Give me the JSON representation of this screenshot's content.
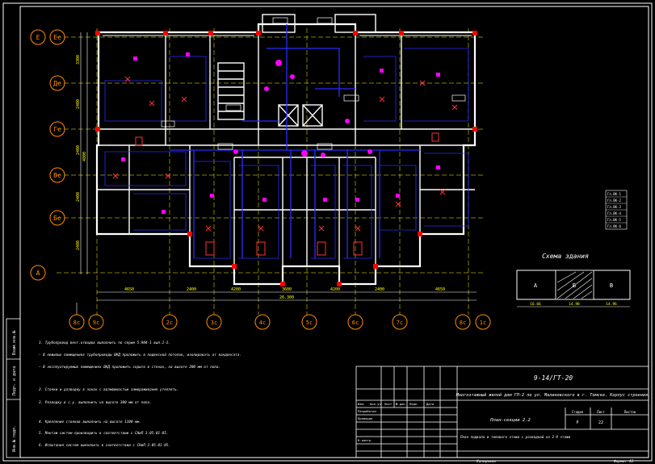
{
  "drawing": {
    "axes_top": [
      "Е",
      "Ес"
    ],
    "axes_left": [
      "Дс",
      "Гс",
      "Вс",
      "Бс",
      "А"
    ],
    "axes_bottom": [
      "8с",
      "9с",
      "2с",
      "3с",
      "4с",
      "5с",
      "6с",
      "7с",
      "8с",
      "1с"
    ],
    "dims_left": [
      "3300",
      "2400",
      "2400",
      "2400",
      "2400",
      "4800"
    ],
    "dims_bottom_row1": [
      "4650",
      "2400",
      "4200",
      "3600",
      "4200",
      "2400",
      "4650"
    ],
    "dims_bottom_total": "26.300",
    "schema_title": "Схема здания",
    "schema_labels": [
      "А",
      "Б",
      "В"
    ],
    "schema_dims": [
      "16.66",
      "14.98",
      "14.96"
    ],
    "legend_items": [
      "Гл.ВК-1",
      "Гл.ВК-2",
      "Гл.ВК-3",
      "Гл.ВК-4",
      "Гл.ВК-5",
      "Гл.ВК-6"
    ]
  },
  "notes": [
    "1. Трубопровод вент.отводов выполнить по серии 5.904-1 вып.1-2.",
    "– В нежилых помещениях трубопроводы ВКД проложить в подвесной потолок, изолировать от конденсата.",
    "– В эксплуатируемых помещениях ВКД проложить скрыто в стенах, на высоте 200 мм от пола.",
    "2. Стояки и разводку в зонах с возможностью замораживания утеплять.",
    "3. Разводку в с.у. выполнить на высоте 300 мм от пола.",
    "4. Крепление стояков выполнить на высоте 1100 мм.",
    "5. Монтаж систем производить в соответствии с СНиП 3.05.01-85.",
    "6. Испытания систем выполнить в соответствии с СНиП 3.05.01-85."
  ],
  "title_block": {
    "code": "9-14/ГТ-20",
    "title": "Многоэтажный жилой дом ГП-2 по ул. Малиновского в г. Томске. Корпус строения.",
    "stage_header": "Стадия",
    "sheet_header": "Лист",
    "sheets_header": "Листов",
    "stage": "Р",
    "sheet": "22",
    "subtitle": "План-секции 2.2",
    "drawing_name": "План подвала и типового этажа с разводкой на 2-9 этажи",
    "col_headers": [
      "Изм.",
      "Кол.уч",
      "Лист",
      "№ док.",
      "Подп.",
      "Дата"
    ],
    "roles": [
      "Разработал",
      "Проверил",
      "",
      "",
      "Н.контр."
    ],
    "format": "Формат А3",
    "copied": "Копировал",
    "side_stamps": [
      "Инв.№ подл.",
      "Подп. и дата",
      "Взам.инв.№"
    ]
  }
}
